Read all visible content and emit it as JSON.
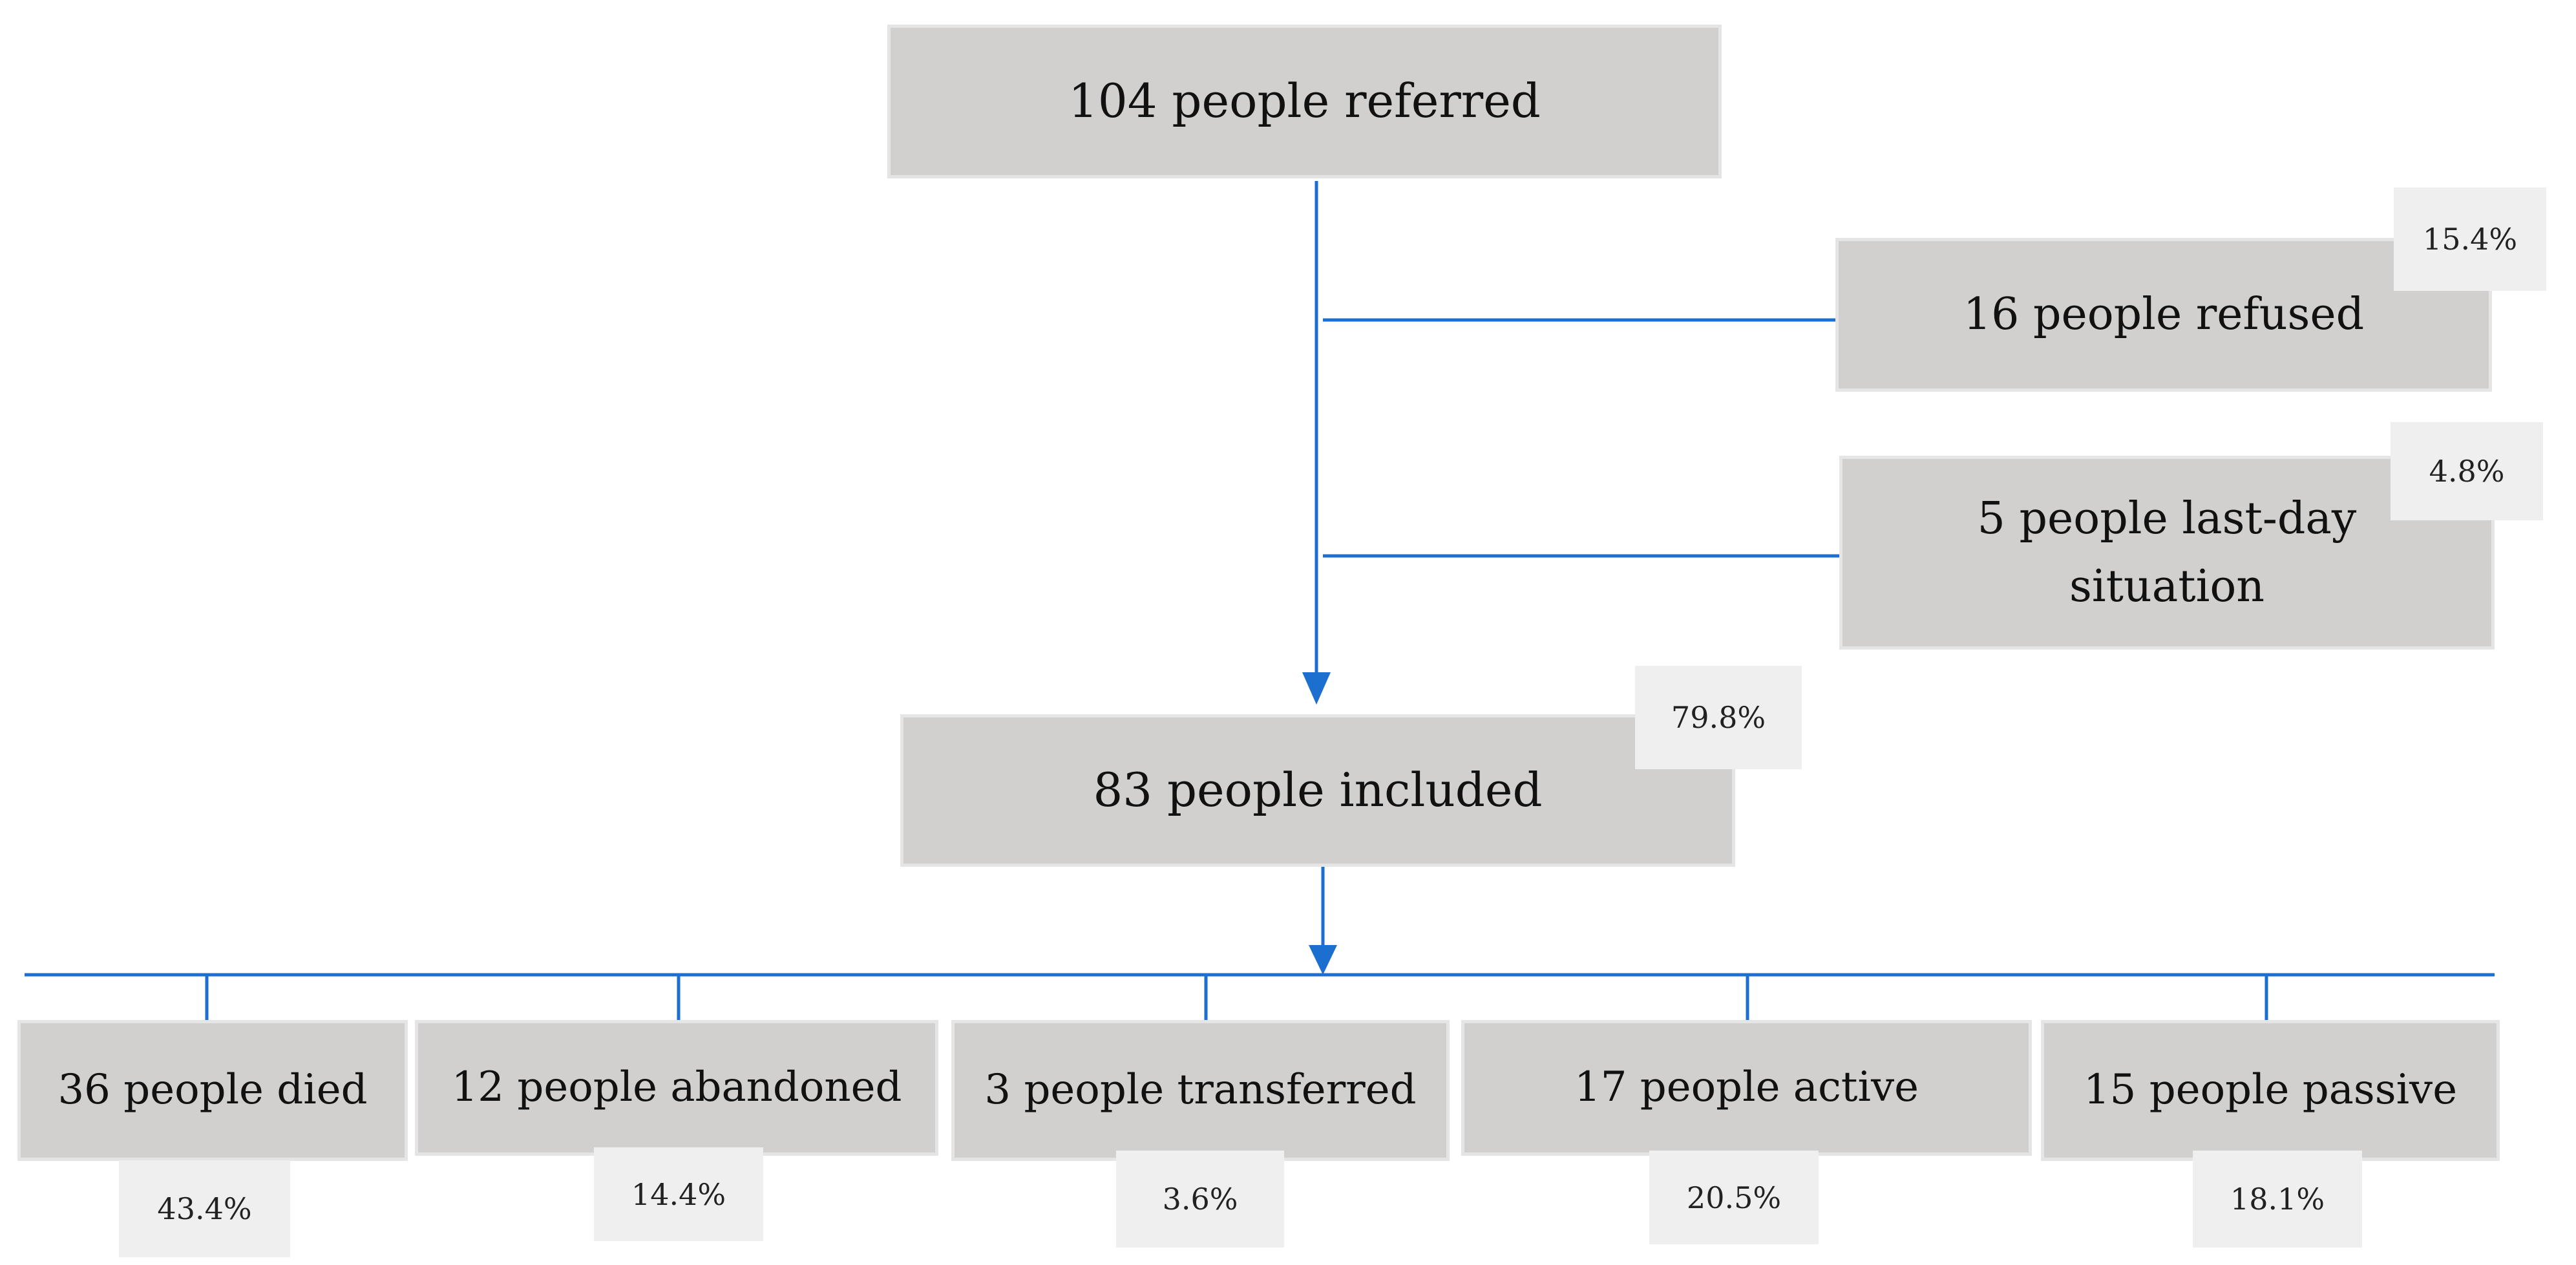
{
  "nodes": {
    "referred": {
      "label": "104 people referred"
    },
    "refused": {
      "label": "16 people refused",
      "percent": "15.4%"
    },
    "last_day": {
      "label_line1": "5 people last-day",
      "label_line2": "situation",
      "percent": "4.8%"
    },
    "included": {
      "label": "83 people included",
      "percent": "79.8%"
    },
    "died": {
      "label": "36 people died",
      "percent": "43.4%"
    },
    "abandoned": {
      "label": "12 people abandoned",
      "percent": "14.4%"
    },
    "transferred": {
      "label": "3 people transferred",
      "percent": "3.6%"
    },
    "active": {
      "label": "17 people active",
      "percent": "20.5%"
    },
    "passive": {
      "label": "15 people passive",
      "percent": "18.1%"
    }
  },
  "colors": {
    "connector": "#1c6fcf",
    "box_fill": "#d1d0ce",
    "box_border": "#e5e5e5",
    "percent_fill": "#efefef"
  }
}
